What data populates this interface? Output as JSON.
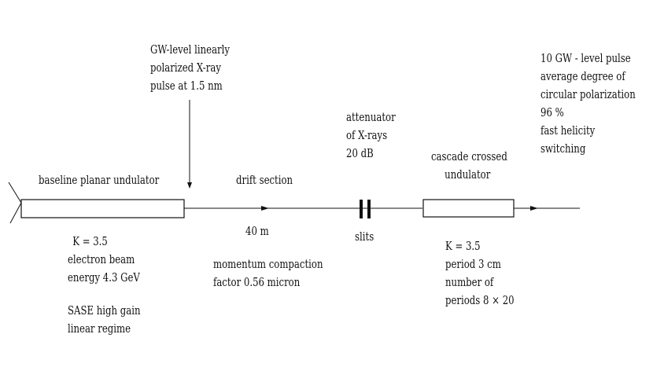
{
  "labels": {
    "gw_pulse": [
      "GW-level linearly",
      "polarized X-ray",
      "pulse at 1.5 nm"
    ],
    "output_pulse": [
      "10 GW - level pulse",
      "average degree of",
      "circular polarization",
      "96 %",
      "fast helicity",
      "switching"
    ],
    "attenuator": [
      "attenuator",
      "of X-rays",
      "20 dB"
    ],
    "baseline_undulator": "baseline planar undulator",
    "drift_section": "drift section",
    "cascade_undulator": [
      "cascade crossed",
      "undulator"
    ],
    "baseline_params": [
      "K = 3.5",
      "electron beam",
      "energy 4.3 GeV"
    ],
    "sase": [
      "SASE high gain",
      "linear regime"
    ],
    "drift_length": "40 m",
    "compaction": [
      "momentum compaction",
      "factor 0.56 micron"
    ],
    "slits": "slits",
    "cascade_params": [
      "K = 3.5",
      "period  3  cm",
      "number  of",
      "periods 8 × 20"
    ]
  },
  "colors": {
    "ink": "#111111",
    "background": "#ffffff"
  }
}
